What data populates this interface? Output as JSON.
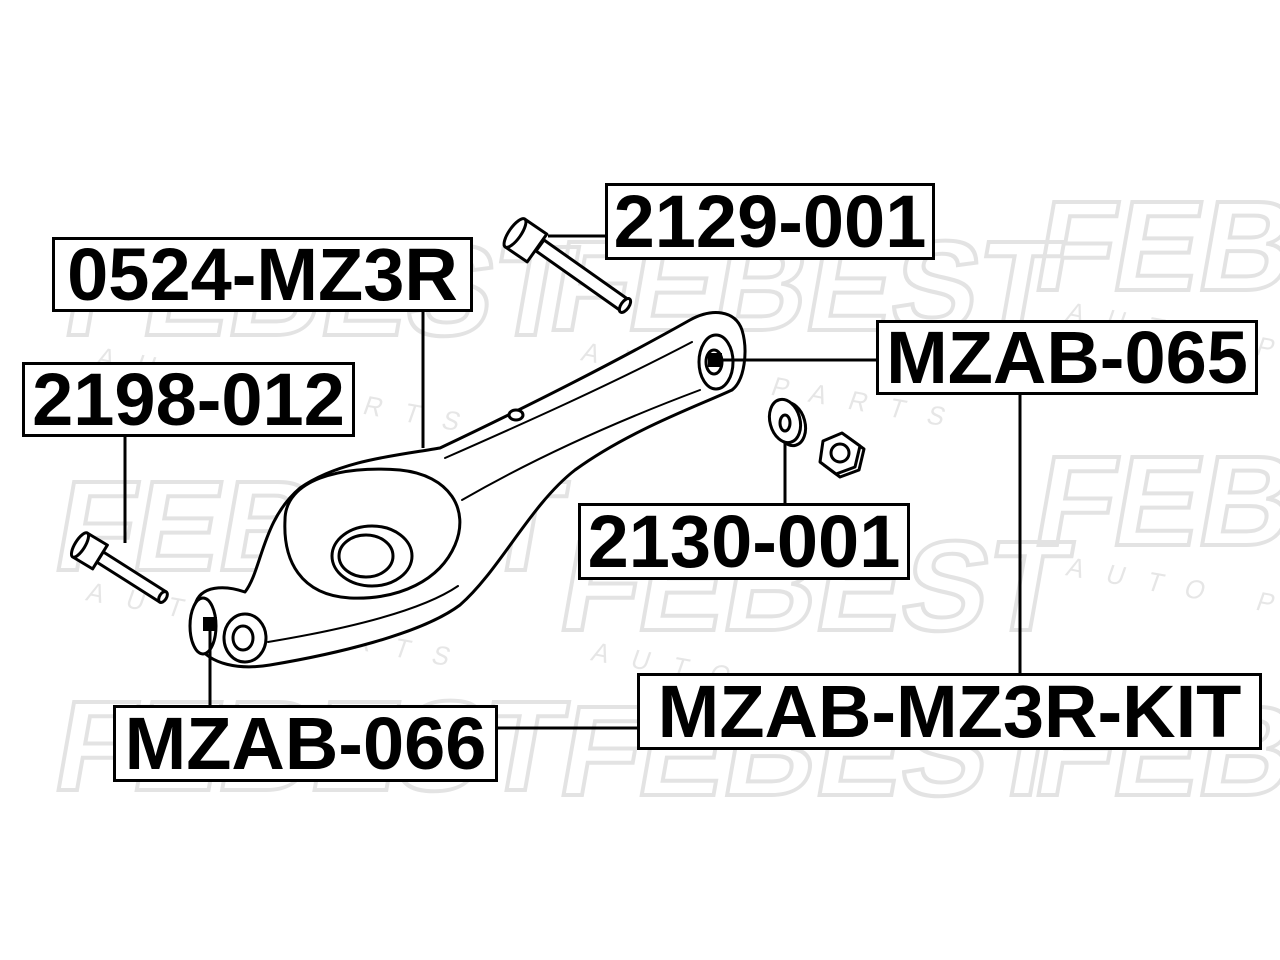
{
  "diagram": {
    "labels": {
      "bolt_top": "2129-001",
      "control_arm": "0524-MZ3R",
      "bushing_right": "MZAB-065",
      "bolt_left": "2198-012",
      "washer_nut": "2130-001",
      "bushing_kit": "MZAB-MZ3R-KIT",
      "bushing_left": "MZAB-066"
    },
    "watermark": {
      "brand": "FEBEST",
      "tagline": "AUTO PARTS"
    }
  },
  "colors": {
    "ink": "#000000",
    "watermark": "#e3e3e3",
    "background": "#ffffff"
  }
}
